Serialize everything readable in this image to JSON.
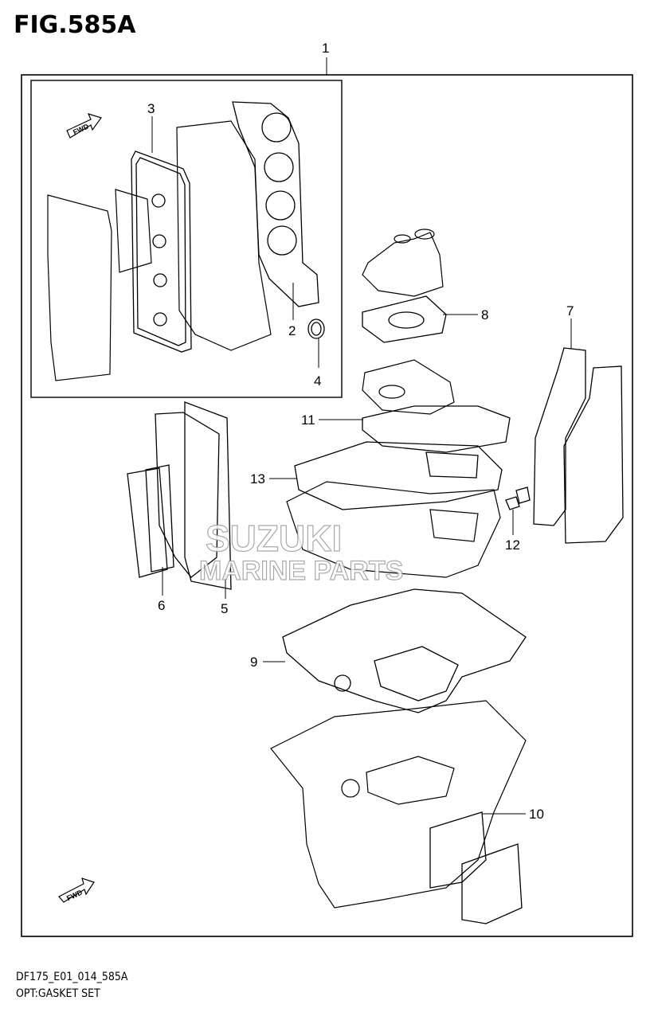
{
  "figure": {
    "title": "FIG.585A",
    "code": "DF175_E01_014_585A",
    "name": "OPT:GASKET SET"
  },
  "callouts": {
    "c1": "1",
    "c2": "2",
    "c3": "3",
    "c4": "4",
    "c5": "5",
    "c6": "6",
    "c7": "7",
    "c8": "8",
    "c9": "9",
    "c10": "10",
    "c11": "11",
    "c12": "12",
    "c13": "13"
  },
  "watermark": {
    "line1": "SUZUKI",
    "line2": "MARINE PARTS"
  },
  "fwd_label": "FWD"
}
